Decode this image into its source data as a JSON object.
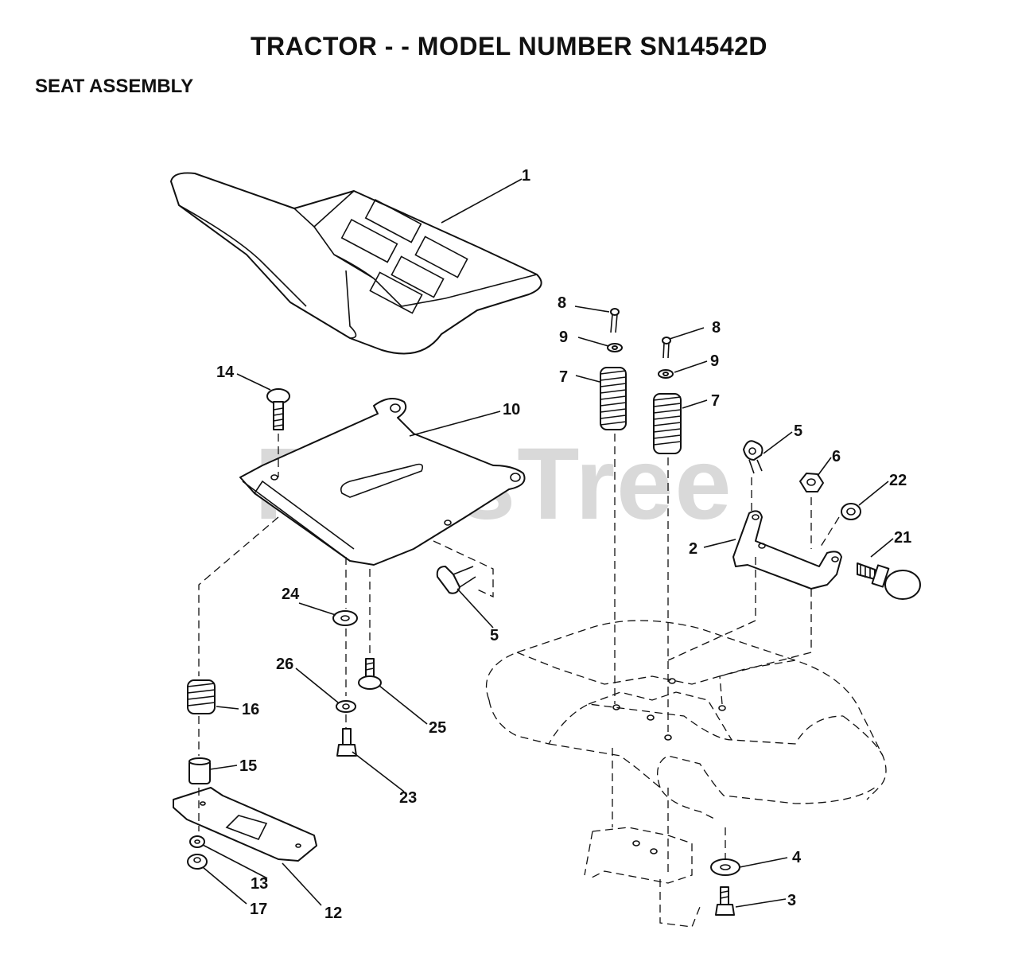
{
  "header": {
    "title": "TRACTOR - - MODEL NUMBER SN14542D",
    "subtitle": "SEAT ASSEMBLY"
  },
  "watermark": "PartsTree",
  "callouts": {
    "c1": "1",
    "c2": "2",
    "c3": "3",
    "c4": "4",
    "c5a": "5",
    "c5b": "5",
    "c6": "6",
    "c7a": "7",
    "c7b": "7",
    "c8a": "8",
    "c8b": "8",
    "c9a": "9",
    "c9b": "9",
    "c10": "10",
    "c12": "12",
    "c13": "13",
    "c14": "14",
    "c15": "15",
    "c16": "16",
    "c17": "17",
    "c21": "21",
    "c22": "22",
    "c23": "23",
    "c24": "24",
    "c25": "25",
    "c26": "26"
  }
}
